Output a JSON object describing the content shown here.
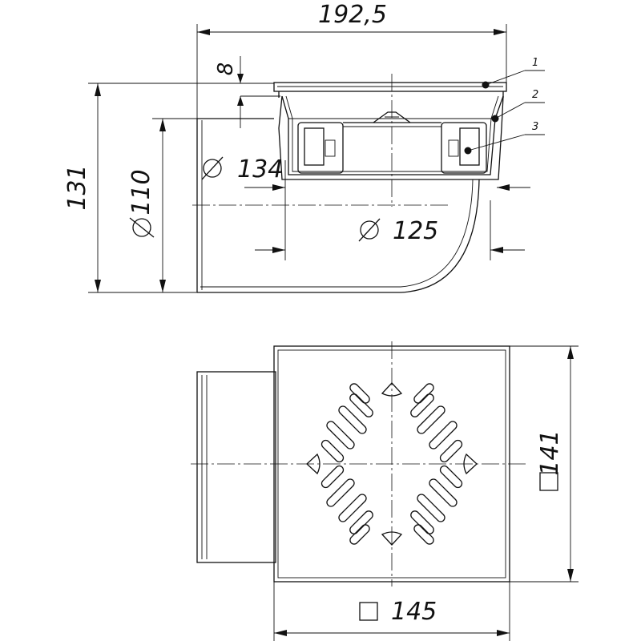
{
  "side_view": {
    "dim_overall_length": "192,5",
    "dim_flange_thickness": "8",
    "dim_height": "131",
    "dim_outlet_diameter": "110",
    "dim_outer_diameter": "134",
    "dim_body_diameter": "125",
    "diameter_symbol": "⌀",
    "callouts": [
      "1",
      "2",
      "3"
    ]
  },
  "top_view": {
    "dim_width": "145",
    "dim_depth": "141",
    "square_symbol": "□"
  }
}
